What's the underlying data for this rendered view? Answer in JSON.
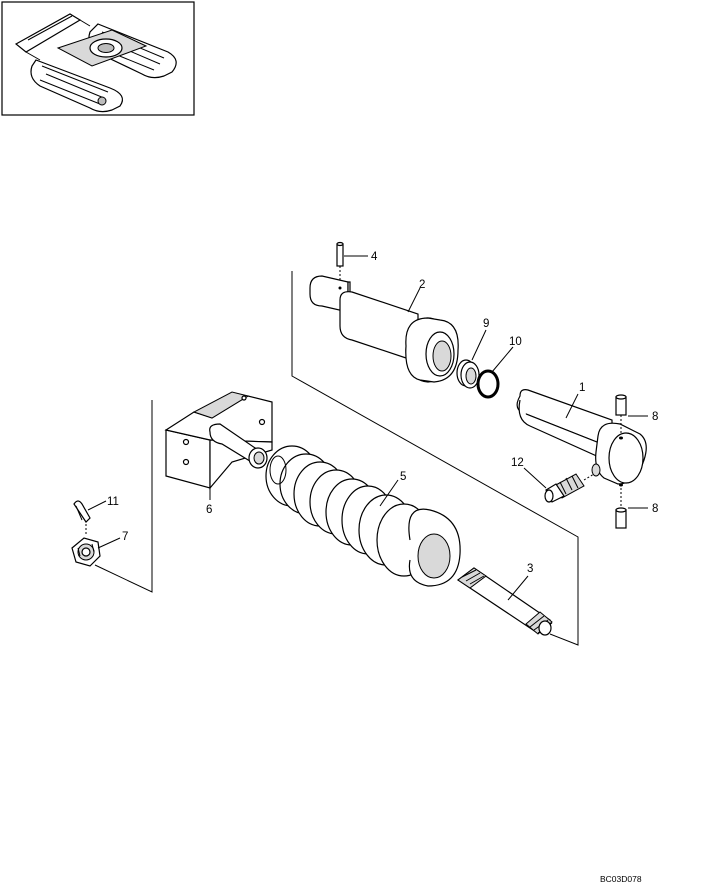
{
  "reference_code": "BC03D078",
  "callouts": [
    {
      "id": "label-1",
      "text": "1"
    },
    {
      "id": "label-2",
      "text": "2"
    },
    {
      "id": "label-3",
      "text": "3"
    },
    {
      "id": "label-4",
      "text": "4"
    },
    {
      "id": "label-5",
      "text": "5"
    },
    {
      "id": "label-6",
      "text": "6"
    },
    {
      "id": "label-7",
      "text": "7"
    },
    {
      "id": "label-8a",
      "text": "8"
    },
    {
      "id": "label-8b",
      "text": "8"
    },
    {
      "id": "label-9",
      "text": "9"
    },
    {
      "id": "label-10",
      "text": "10"
    },
    {
      "id": "label-11",
      "text": "11"
    },
    {
      "id": "label-12",
      "text": "12"
    }
  ]
}
